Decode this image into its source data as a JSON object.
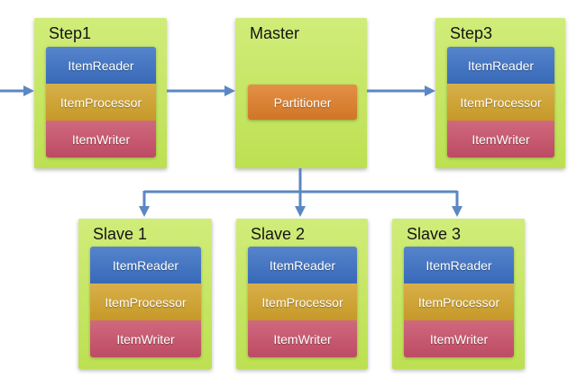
{
  "diagram": {
    "nodes": [
      {
        "id": "step1",
        "title": "Step1",
        "components": [
          "ItemReader",
          "ItemProcessor",
          "ItemWriter"
        ]
      },
      {
        "id": "master",
        "title": "Master",
        "components": [
          "Partitioner"
        ]
      },
      {
        "id": "step3",
        "title": "Step3",
        "components": [
          "ItemReader",
          "ItemProcessor",
          "ItemWriter"
        ]
      },
      {
        "id": "slave1",
        "title": "Slave 1",
        "components": [
          "ItemReader",
          "ItemProcessor",
          "ItemWriter"
        ]
      },
      {
        "id": "slave2",
        "title": "Slave 2",
        "components": [
          "ItemReader",
          "ItemProcessor",
          "ItemWriter"
        ]
      },
      {
        "id": "slave3",
        "title": "Slave 3",
        "components": [
          "ItemReader",
          "ItemProcessor",
          "ItemWriter"
        ]
      }
    ],
    "edges": [
      {
        "from": "external-input",
        "to": "Step1"
      },
      {
        "from": "Step1",
        "to": "Master"
      },
      {
        "from": "Master",
        "to": "Step3"
      },
      {
        "from": "Master",
        "to": "Slave 1"
      },
      {
        "from": "Master",
        "to": "Slave 2"
      },
      {
        "from": "Master",
        "to": "Slave 3"
      }
    ],
    "colors": {
      "node_bg": "#c3e754",
      "item_reader": "#3b70c4",
      "item_processor": "#d2a22b",
      "item_writer": "#c85069",
      "partitioner": "#de7d28",
      "arrow": "#5b87c2",
      "title_text": "#141414",
      "component_text": "#ffffff",
      "background": "#ffffff"
    }
  }
}
